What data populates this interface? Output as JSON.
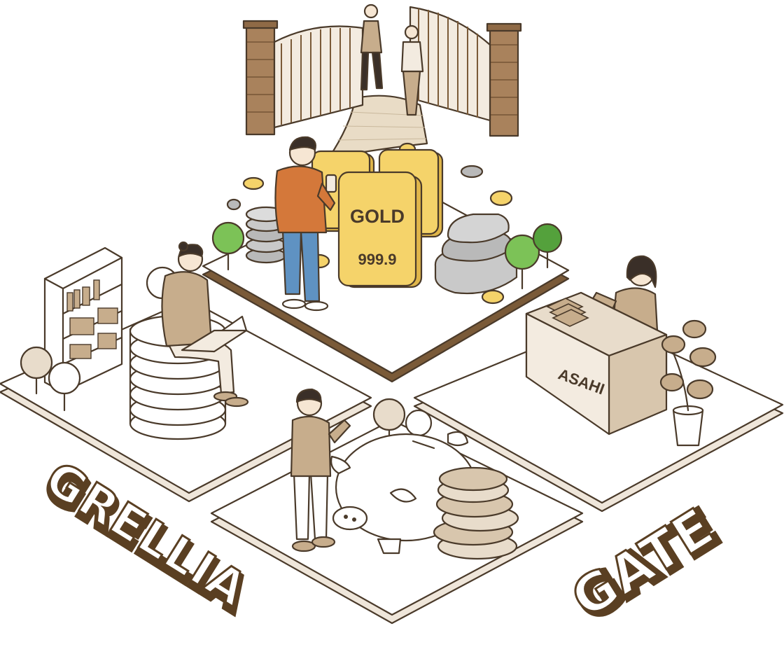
{
  "gold_bar": {
    "line1": "GOLD",
    "line2": "999.9"
  },
  "reception_desk": {
    "label": "ASAHI"
  },
  "brand_left": "GRELLIA",
  "brand_right": "GATE",
  "colors": {
    "gold": "#f5d36a",
    "gold_dark": "#e0b64a",
    "brand_brown": "#5a3f22",
    "beige": "#e8dccb",
    "tan": "#c7ad8c",
    "orange": "#d4783a",
    "blue": "#5f92c2",
    "green": "#7cc257",
    "green_dark": "#54a13c",
    "platform": "#ffffff",
    "platform_side": "#ede4d7",
    "outline": "#4a3a2a",
    "stone": "#c9c9c9"
  },
  "icons": [
    "gate-icon",
    "gold-bar-icon",
    "coin-stack-icon",
    "piggy-bank-icon",
    "bookshelf-icon",
    "tree-icon",
    "plant-icon",
    "laptop-icon"
  ]
}
